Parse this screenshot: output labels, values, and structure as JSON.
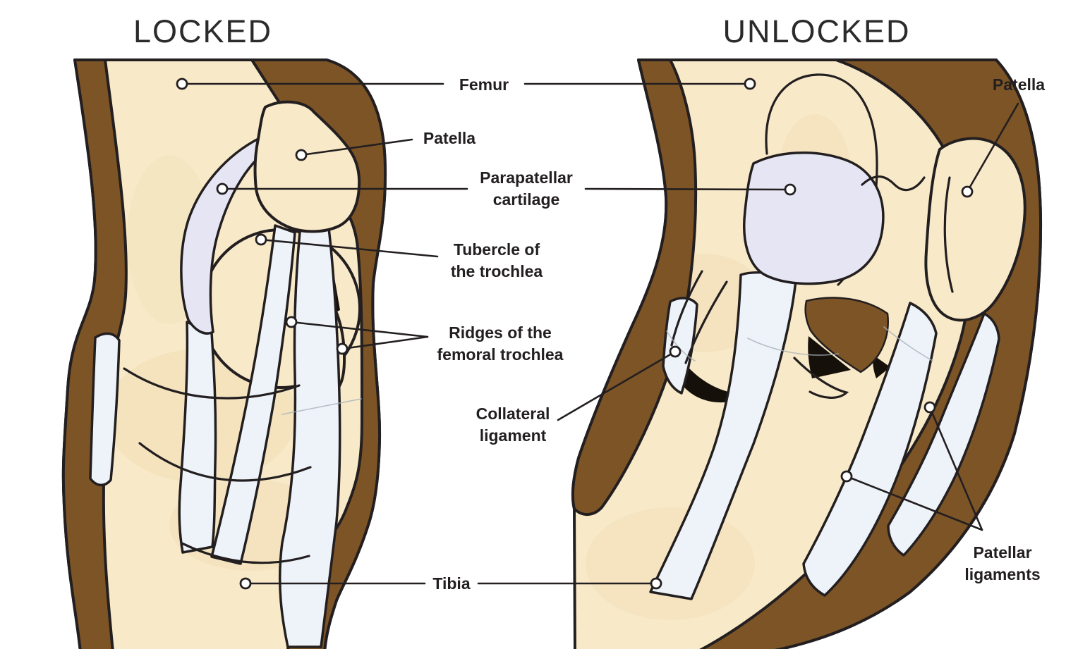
{
  "titles": {
    "left": "LOCKED",
    "right": "UNLOCKED"
  },
  "labels": {
    "femur": "Femur",
    "patella_left": "Patella",
    "parapatellar": [
      "Parapatellar",
      "cartilage"
    ],
    "tubercle": [
      "Tubercle of",
      "the trochlea"
    ],
    "ridges": [
      "Ridges of the",
      "femoral trochlea"
    ],
    "collateral": [
      "Collateral",
      "ligament"
    ],
    "tibia": "Tibia",
    "patella_right": "Patella",
    "patellar": [
      "Patellar",
      "ligaments"
    ]
  },
  "colors": {
    "outline": "#231f20",
    "skin_brown": "#7d5426",
    "bone_cream": "#f8e9c8",
    "bone_shade": "#eed9ad",
    "cartilage_lavender": "#e6e5f3",
    "ligament_pale": "#eef3f9",
    "joint_shadow": "#16100a",
    "label_text": "#231f20",
    "title_text": "#2b2b2b"
  }
}
